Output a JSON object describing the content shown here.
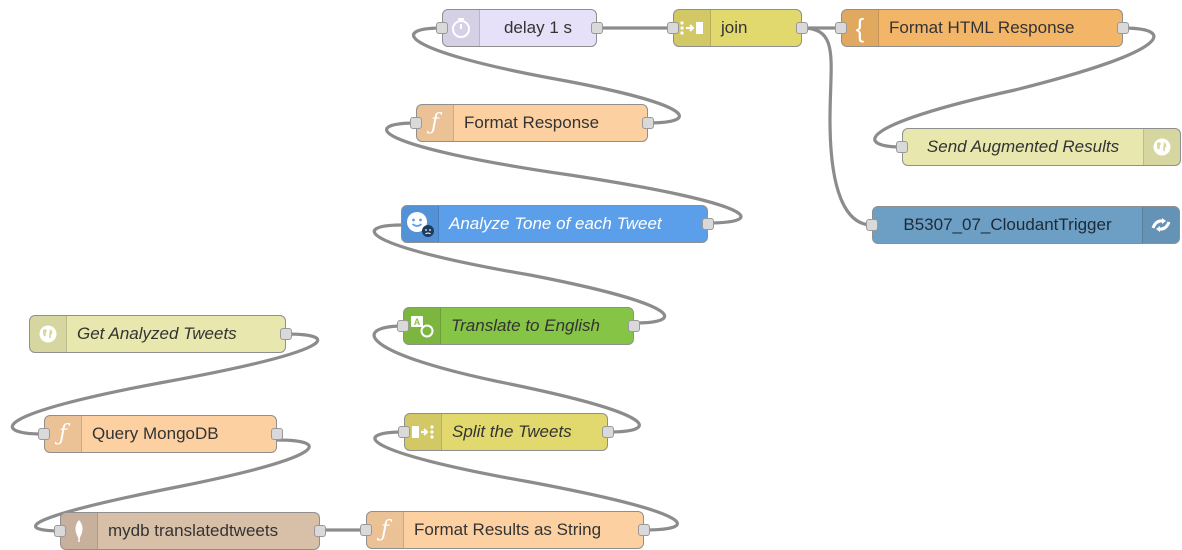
{
  "nodes": {
    "delay": {
      "label": "delay 1 s",
      "color": "#e6e0f8",
      "icon": "timer-icon"
    },
    "join": {
      "label": "join",
      "color": "#e2d96e",
      "icon": "join-icon"
    },
    "format_html": {
      "label": "Format HTML Response",
      "color": "#f3b567",
      "icon": "template-icon"
    },
    "format_response": {
      "label": "Format Response",
      "color": "#fdd0a2",
      "icon": "function-icon"
    },
    "send_results": {
      "label": "Send Augmented Results",
      "color": "#e7e7ae",
      "icon": "globe-icon"
    },
    "analyze_tone": {
      "label": "Analyze Tone of each Tweet",
      "color": "#5b9ee9",
      "icon": "tone-analyzer-icon"
    },
    "cloudant_trigger": {
      "label": "B5307_07_CloudantTrigger",
      "color": "#6d9fc4",
      "icon": "link-icon"
    },
    "get_tweets": {
      "label": "Get Analyzed Tweets",
      "color": "#e7e7ae",
      "icon": "globe-icon"
    },
    "translate": {
      "label": "Translate to English",
      "color": "#86c446",
      "icon": "translate-icon"
    },
    "query_mongo": {
      "label": "Query MongoDB",
      "color": "#fdd0a2",
      "icon": "function-icon"
    },
    "split": {
      "label": "Split the Tweets",
      "color": "#e2d96e",
      "icon": "split-icon"
    },
    "mydb": {
      "label": "mydb translatedtweets",
      "color": "#d8bfa8",
      "icon": "mongodb-leaf-icon"
    },
    "format_results": {
      "label": "Format Results as String",
      "color": "#fdd0a2",
      "icon": "function-icon"
    }
  }
}
